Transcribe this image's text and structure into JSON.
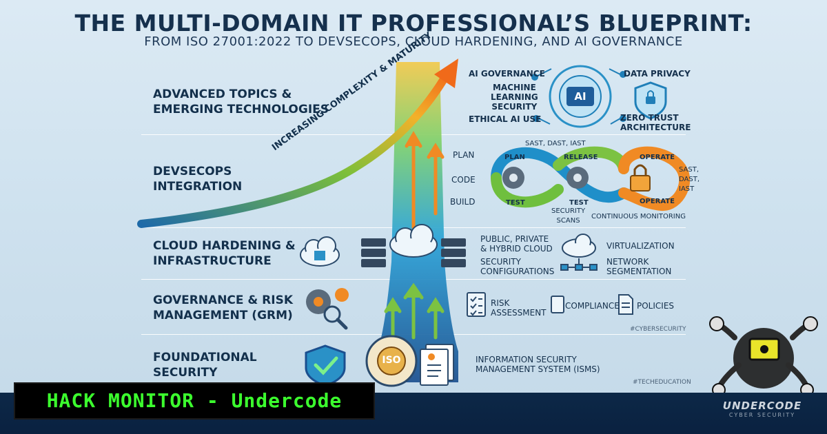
{
  "title": "THE MULTI-DOMAIN IT PROFESSIONAL’S BLUEPRINT:",
  "subtitle": "FROM ISO 27001:2022 TO DEVSECOPS, CLOUD HARDENING, AND AI GOVERNANCE",
  "arrow_label": "INCREASING COMPLEXITY & MATURITY",
  "layers": [
    {
      "label": "ADVANCED TOPICS &\nEMERGING TECHNOLOGIES"
    },
    {
      "label": "DEVSECOPS\nINTEGRATION"
    },
    {
      "label": "CLOUD HARDENING &\nINFRASTRUCTURE"
    },
    {
      "label": "GOVERNANCE & RISK\nMANAGEMENT (GRM)"
    },
    {
      "label": "FOUNDATIONAL\nSECURITY"
    }
  ],
  "ai": {
    "governance": "AI GOVERNANCE",
    "ml_security": "MACHINE\nLEARNING\nSECURITY",
    "ethical": "ETHICAL AI USE",
    "privacy": "DATA PRIVACY",
    "zero_trust": "ZERO TRUST\nARCHITECTURE",
    "chip": "AI"
  },
  "devsecops": {
    "plan": "PLAN",
    "code": "CODE",
    "build": "BUILD",
    "loop_plan": "PLAN",
    "loop_release": "RELEASE",
    "loop_operate_top": "OPERATE",
    "loop_test_left": "TEST",
    "loop_test_right": "TEST",
    "loop_operate_bottom": "OPERATE",
    "sast_top": "SAST, DAST, IAST",
    "sast_right": "SAST,\nDAST,\nIAST",
    "security_scans": "SECURITY\nSCANS",
    "continuous": "CONTINUOUS MONITORING"
  },
  "cloud": {
    "hybrid": "PUBLIC, PRIVATE\n& HYBRID CLOUD",
    "configs": "SECURITY\nCONFIGURATIONS",
    "virtualization": "VIRTUALIZATION",
    "segmentation": "NETWORK\nSEGMENTATION"
  },
  "grm": {
    "risk": "RISK\nASSESSMENT",
    "compliance": "COMPLIANCE",
    "policies": "POLICIES",
    "tag": "#CYBERSECURITY"
  },
  "foundation": {
    "isms": "INFORMATION SECURITY\nMANAGEMENT SYSTEM (ISMS)",
    "iso": "ISO",
    "tag": "#TECHEDUCATION"
  },
  "banner": "HACK MONITOR - Undercode",
  "logo": {
    "name": "UNDERCODE",
    "sub": "CYBER SECURITY"
  },
  "colors": {
    "accent_green": "#3cff2e",
    "navy": "#0c2847",
    "orange": "#f08a24",
    "teal": "#1aa0c8"
  }
}
